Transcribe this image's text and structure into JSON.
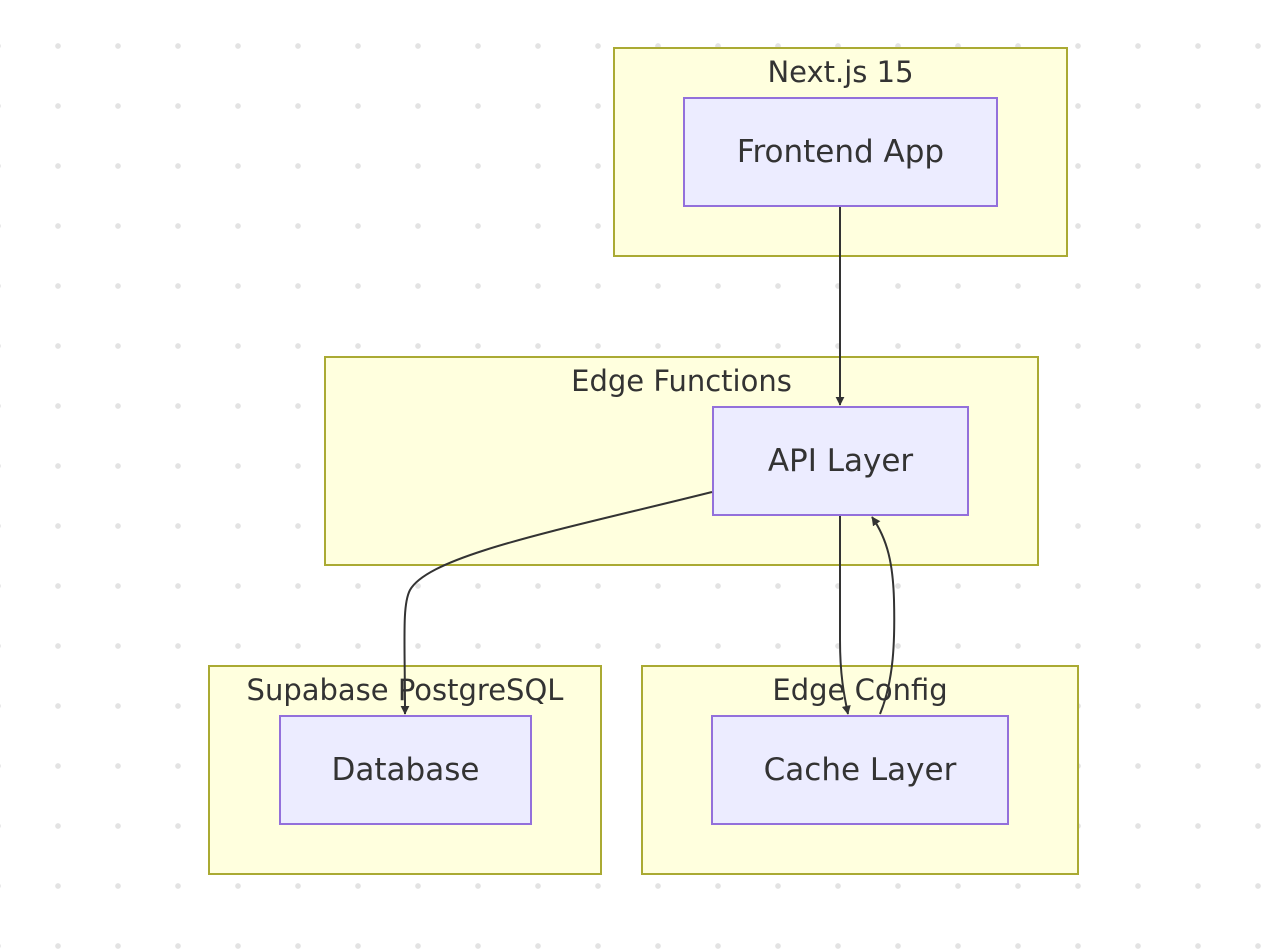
{
  "colors": {
    "group_fill": "#ffffde",
    "group_border": "#aaaa33",
    "node_fill": "#ececff",
    "node_border": "#9370db",
    "edge": "#333333",
    "text": "#333333"
  },
  "groups": {
    "nextjs": {
      "label": "Next.js 15"
    },
    "edge_functions": {
      "label": "Edge Functions"
    },
    "supabase": {
      "label": "Supabase PostgreSQL"
    },
    "edge_config": {
      "label": "Edge Config"
    }
  },
  "nodes": {
    "frontend": {
      "label": "Frontend App"
    },
    "api": {
      "label": "API Layer"
    },
    "database": {
      "label": "Database"
    },
    "cache": {
      "label": "Cache Layer"
    }
  },
  "edges": [
    {
      "from": "Frontend App",
      "to": "API Layer"
    },
    {
      "from": "API Layer",
      "to": "Database"
    },
    {
      "from": "API Layer",
      "to": "Cache Layer"
    },
    {
      "from": "Cache Layer",
      "to": "API Layer"
    }
  ]
}
